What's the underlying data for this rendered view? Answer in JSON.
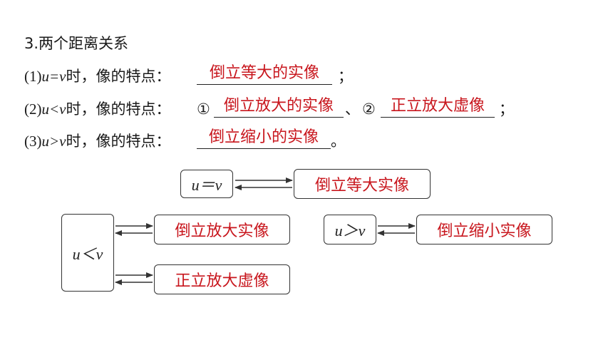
{
  "title": "3.两个距离关系",
  "items": [
    {
      "prefix": "(1)",
      "cond": "u=v",
      "suffix": "时，像的特点：",
      "answer": "倒立等大的实像",
      "end": "；"
    },
    {
      "prefix": "(2)",
      "cond": "u<v",
      "suffix": "时，像的特点：",
      "circle1": "①",
      "answer1": "倒立放大的实像",
      "sep": "、",
      "circle2": "②",
      "answer2": "正立放大虚像",
      "end": "；"
    },
    {
      "prefix": "(3)",
      "cond": "u>v",
      "suffix": "时，像的特点：",
      "answer": "倒立缩小的实像",
      "end": "。"
    }
  ],
  "diagram": {
    "eq_box": "u＝v",
    "eq_result": "倒立等大实像",
    "lt_box": "u＜v",
    "lt_result1": "倒立放大实像",
    "lt_result2": "正立放大虚像",
    "gt_box": "u＞v",
    "gt_result": "倒立缩小实像"
  },
  "colors": {
    "answer": "#c8161d",
    "text": "#1a1a1a",
    "border": "#333333"
  }
}
